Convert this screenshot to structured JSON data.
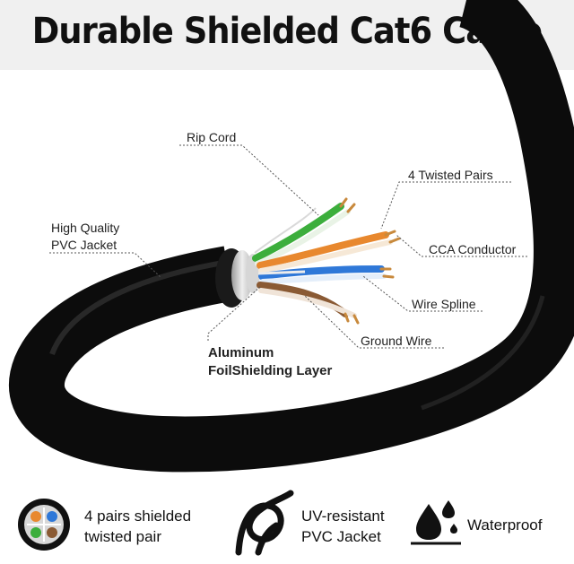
{
  "title": "Durable Shielded Cat6 Cable",
  "labels": {
    "rip_cord": "Rip Cord",
    "twisted_pairs": "4 Twisted Pairs",
    "pvc_jacket_line1": "High Quality",
    "pvc_jacket_line2": "PVC Jacket",
    "cca_conductor": "CCA Conductor",
    "wire_spline": "Wire Spline",
    "ground_wire": "Ground Wire",
    "foil_line1": "Aluminum",
    "foil_line2": "FoilShielding Layer"
  },
  "features": [
    {
      "icon": "twisted-pair-cross-section-icon",
      "line1": "4 pairs shielded",
      "line2": "twisted pair"
    },
    {
      "icon": "knotted-cable-icon",
      "line1": "UV-resistant",
      "line2": "PVC Jacket"
    },
    {
      "icon": "water-drops-icon",
      "line1": "Waterproof",
      "line2": ""
    }
  ],
  "colors": {
    "cable": "#111111",
    "wire_green": "#3cae3c",
    "wire_orange": "#e8882e",
    "wire_blue": "#2f78d8",
    "wire_brown": "#8a5a34",
    "copper": "#c8893c"
  }
}
